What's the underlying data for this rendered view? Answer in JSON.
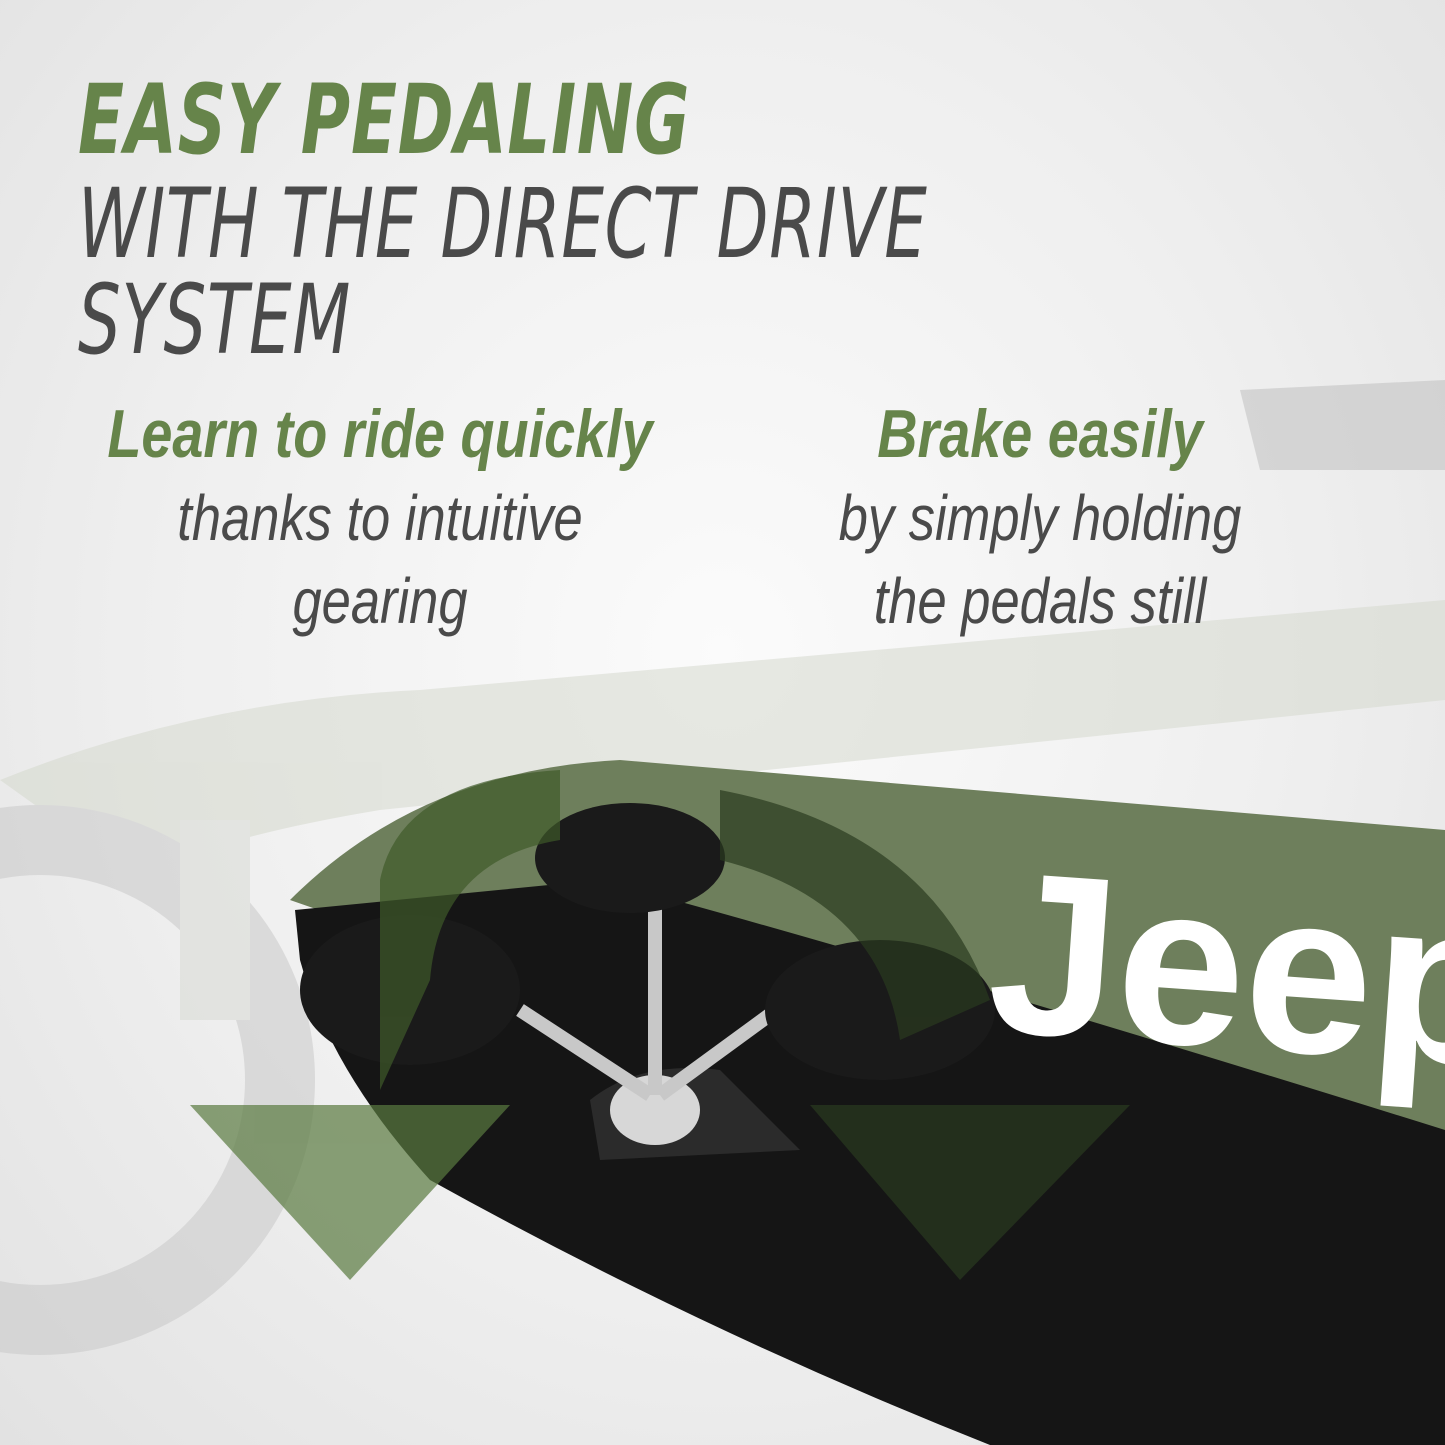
{
  "headline": {
    "line1": "EASY PEDALING",
    "line2": "WITH THE DIRECT DRIVE SYSTEM"
  },
  "features": [
    {
      "title": "Learn to ride quickly",
      "body_line1": "thanks to intuitive",
      "body_line2": "gearing"
    },
    {
      "title": "Brake easily",
      "body_line1": "by simply holding",
      "body_line2": "the pedals still"
    }
  ],
  "product": {
    "brand_text": "Jeep",
    "colors": {
      "accent_green": "#66844a",
      "frame_green": "#6e7f5c",
      "text_dark": "#4a4a4a",
      "black": "#111111"
    }
  }
}
